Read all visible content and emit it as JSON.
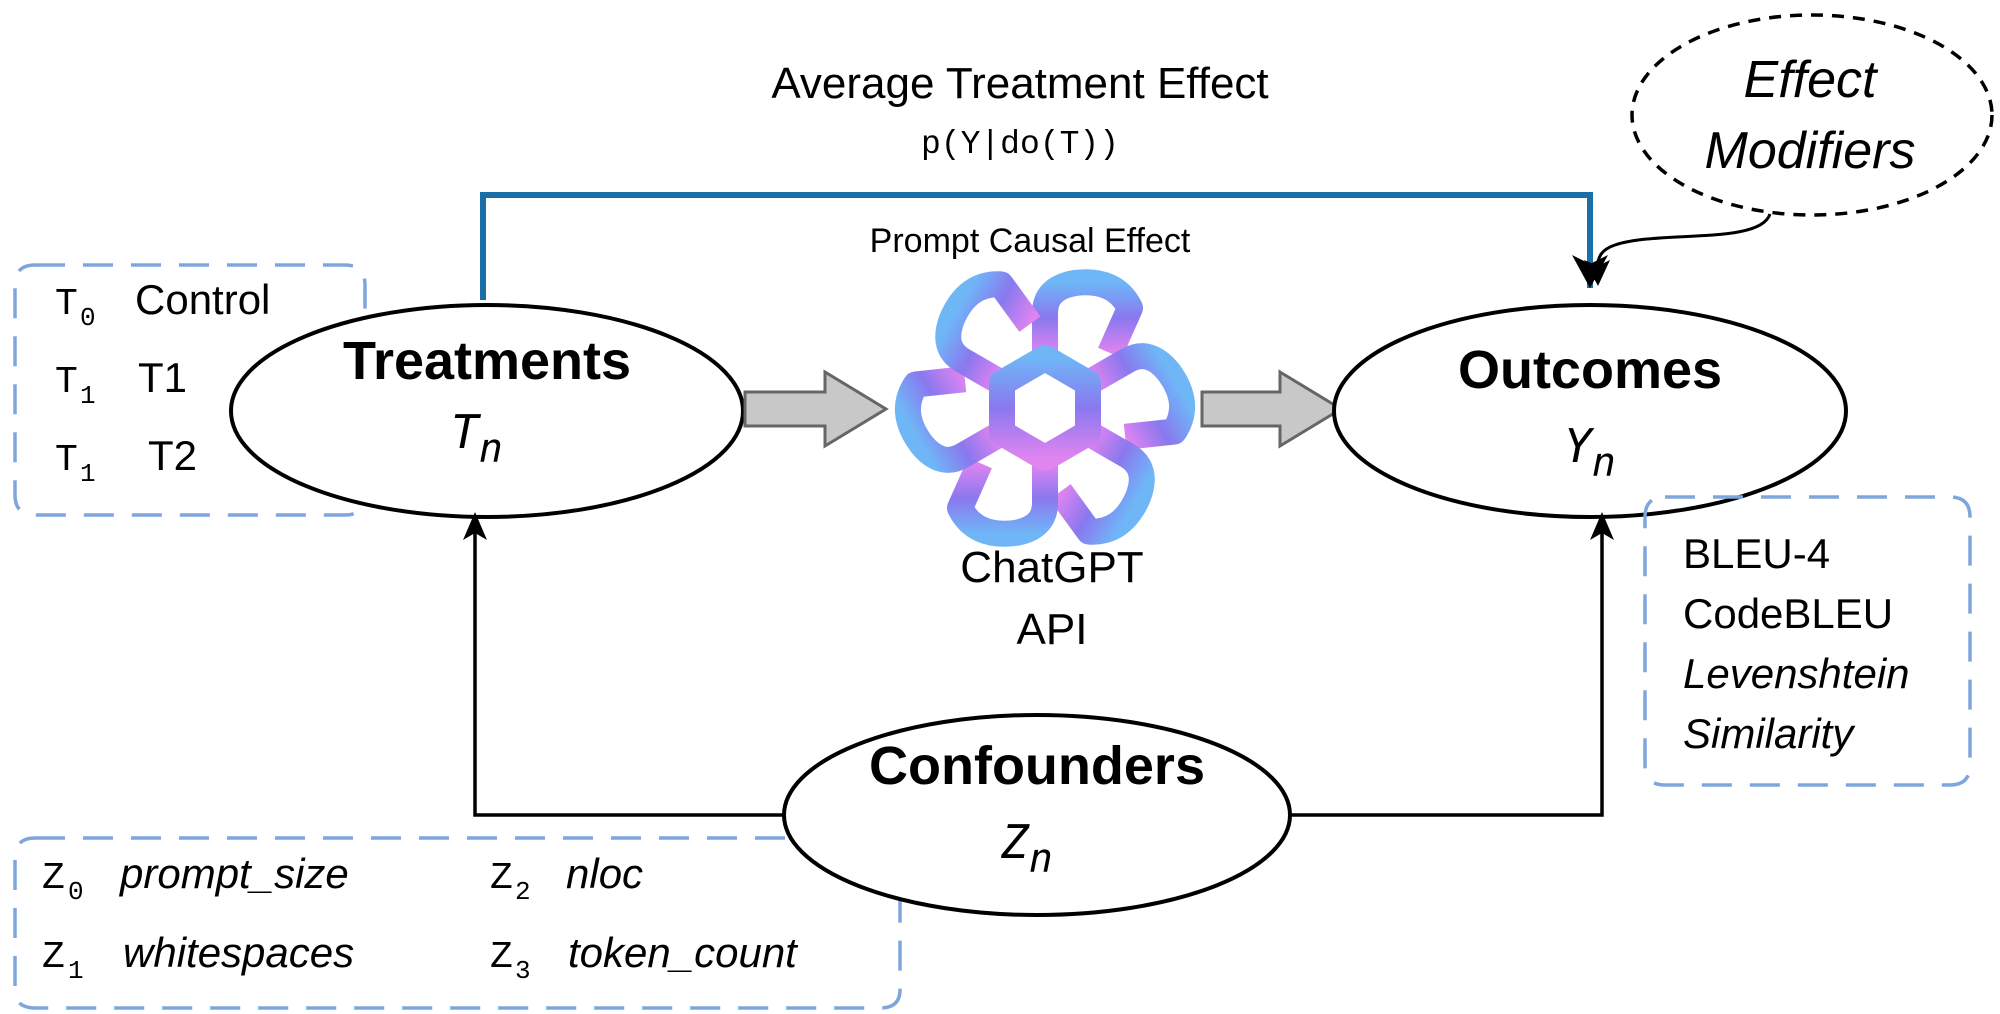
{
  "ate": {
    "title": "Average Treatment Effect",
    "formula": "p(Y|do(T))"
  },
  "prompt_effect_label": "Prompt Causal Effect",
  "effect_modifiers": {
    "line1": "Effect",
    "line2": "Modifiers"
  },
  "treatments": {
    "title": "Treatments",
    "var": "T",
    "sub": "n",
    "items": [
      {
        "sym": "T",
        "idx": "0",
        "label": "Control"
      },
      {
        "sym": "T",
        "idx": "1",
        "label": "T1"
      },
      {
        "sym": "T",
        "idx": "1",
        "label": "T2"
      }
    ]
  },
  "outcomes": {
    "title": "Outcomes",
    "var": "Y",
    "sub": "n",
    "metrics": [
      "BLEU-4",
      "CodeBLEU",
      "Levenshtein",
      "Similarity"
    ]
  },
  "model": {
    "line1": "ChatGPT",
    "line2": "API"
  },
  "confounders": {
    "title": "Confounders",
    "var": "Z",
    "sub": "n",
    "items": [
      {
        "sym": "Z",
        "idx": "0",
        "label": "prompt_size"
      },
      {
        "sym": "Z",
        "idx": "2",
        "label": "nloc"
      },
      {
        "sym": "Z",
        "idx": "1",
        "label": "whitespaces"
      },
      {
        "sym": "Z",
        "idx": "3",
        "label": "token_count"
      }
    ]
  },
  "colors": {
    "ate_arrow": "#1a6fa8",
    "dashed_box": "#7ea6dc",
    "block_arrow_fill": "#c8c8c8",
    "logo_top": "#6fb6f7",
    "logo_mid": "#8a78ef",
    "logo_bottom": "#e084f0"
  }
}
